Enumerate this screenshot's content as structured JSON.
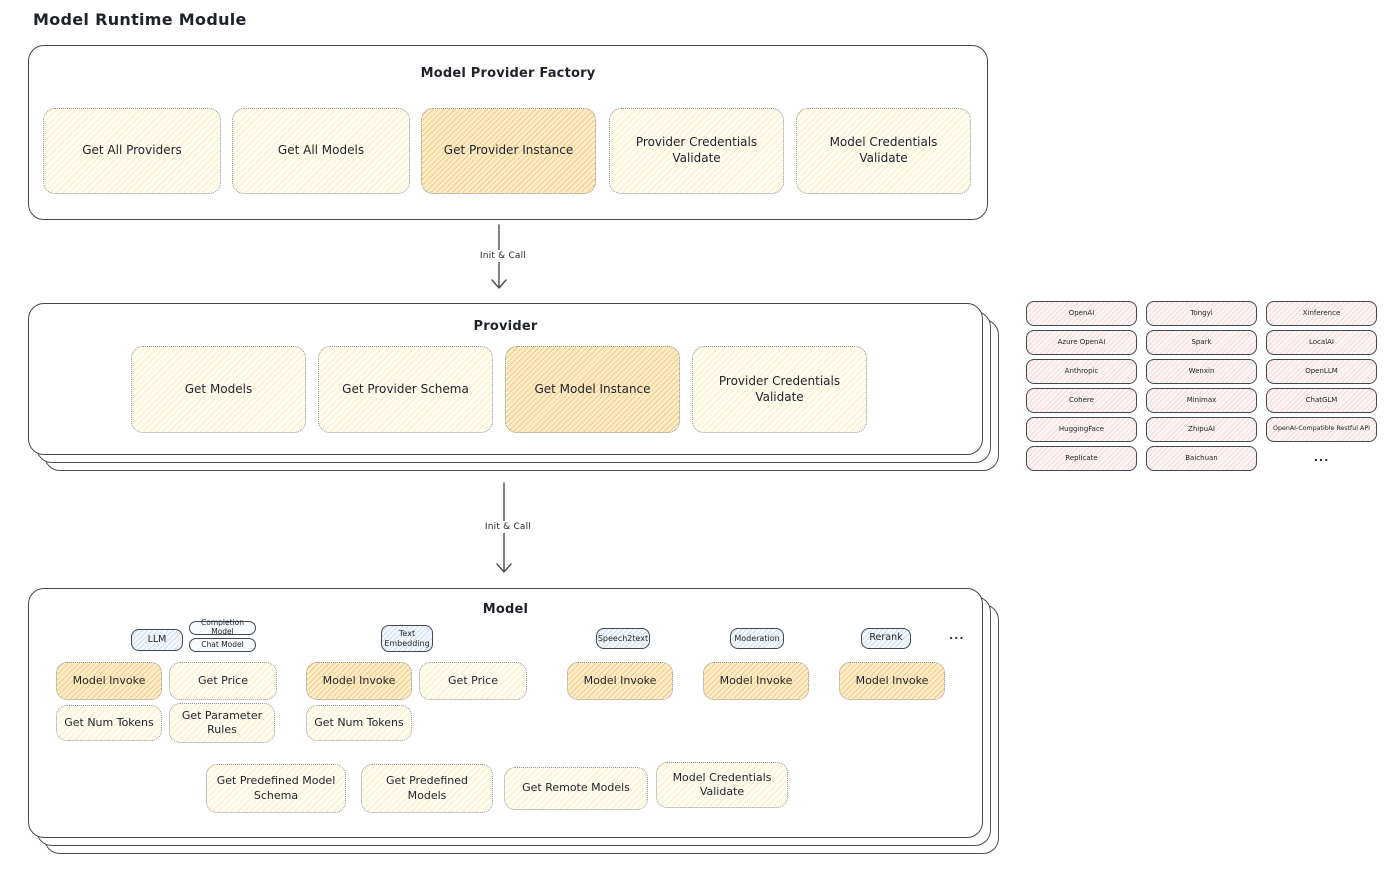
{
  "page": {
    "title": "Model Runtime Module"
  },
  "theme": {
    "background": "#ffffff",
    "stroke": "#43484d",
    "node_yellow_base": "#fffdf2",
    "node_yellow_hatch": "#f0c350",
    "node_orange_base": "#fdefce",
    "node_orange_hatch": "#eea028",
    "tag_blue_base": "#f2f8fd",
    "tag_blue_hatch": "#6ea5d7",
    "cell_pink_base": "#fdf5f5",
    "cell_pink_hatch": "#dc8c8c"
  },
  "factory": {
    "title": "Model Provider Factory",
    "buttons": [
      {
        "label": "Get All Providers",
        "highlight": false
      },
      {
        "label": "Get All Models",
        "highlight": false
      },
      {
        "label": "Get Provider Instance",
        "highlight": true
      },
      {
        "label": "Provider Credentials Validate",
        "highlight": false
      },
      {
        "label": "Model Credentials Validate",
        "highlight": false
      }
    ]
  },
  "flow": {
    "arrow1_label": "Init & Call",
    "arrow2_label": "Init & Call"
  },
  "provider": {
    "title": "Provider",
    "buttons": [
      {
        "label": "Get Models",
        "highlight": false
      },
      {
        "label": "Get Provider Schema",
        "highlight": false
      },
      {
        "label": "Get Model Instance",
        "highlight": true
      },
      {
        "label": "Provider Credentials Validate",
        "highlight": false
      }
    ]
  },
  "provider_grid": {
    "items": [
      "OpenAI",
      "Tongyi",
      "Xinference",
      "Azure OpenAI",
      "Spark",
      "LocalAI",
      "Anthropic",
      "Wenxin",
      "OpenLLM",
      "Cohere",
      "Minimax",
      "ChatGLM",
      "HuggingFace",
      "ZhipuAI",
      "OpenAI-Compatible Restful API",
      "Replicate",
      "Baichuan",
      "..."
    ]
  },
  "model": {
    "title": "Model",
    "ellipsis": "...",
    "tags": [
      {
        "label": "LLM"
      },
      {
        "label": "Completion Model"
      },
      {
        "label": "Chat Model"
      },
      {
        "label": "Text Embedding"
      },
      {
        "label": "Speech2text"
      },
      {
        "label": "Moderation"
      },
      {
        "label": "Rerank"
      }
    ],
    "buttons": [
      {
        "label": "Model Invoke",
        "highlight": true
      },
      {
        "label": "Get Price",
        "highlight": false
      },
      {
        "label": "Get Num Tokens",
        "highlight": false
      },
      {
        "label": "Get Parameter Rules",
        "highlight": false
      },
      {
        "label": "Model Invoke",
        "highlight": true
      },
      {
        "label": "Get Price",
        "highlight": false
      },
      {
        "label": "Get Num Tokens",
        "highlight": false
      },
      {
        "label": "Model Invoke",
        "highlight": true
      },
      {
        "label": "Model Invoke",
        "highlight": true
      },
      {
        "label": "Model Invoke",
        "highlight": true
      }
    ],
    "bottom_buttons": [
      {
        "label": "Get Predefined Model Schema"
      },
      {
        "label": "Get Predefined Models"
      },
      {
        "label": "Get Remote Models"
      },
      {
        "label": "Model Credentials Validate"
      }
    ]
  }
}
